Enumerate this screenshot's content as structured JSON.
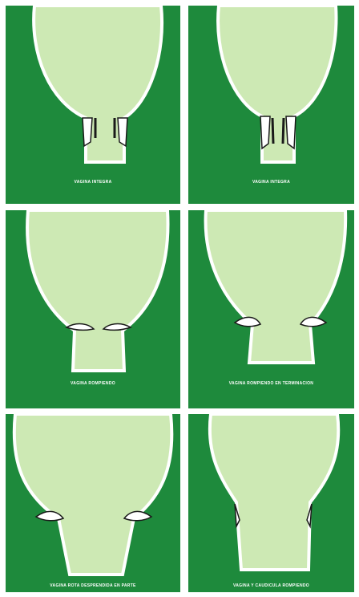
{
  "panels": [
    {
      "caption": "VAGINA INTEGRA"
    },
    {
      "caption": "VAGINA INTEGRA"
    },
    {
      "caption": "VAGINA ROMPIENDO"
    },
    {
      "caption": "VAGINA ROMPIENDO EN TERMINACION"
    },
    {
      "caption": "VAGINA ROTA DESPRENDIDA EN PARTE"
    },
    {
      "caption": "VAGINA Y CAUDICULA ROMPIENDO"
    }
  ],
  "colors": {
    "background": "#1e8a3c",
    "fill": "#cde9b4",
    "outline": "#ffffff",
    "ink": "#1a1a1a"
  }
}
